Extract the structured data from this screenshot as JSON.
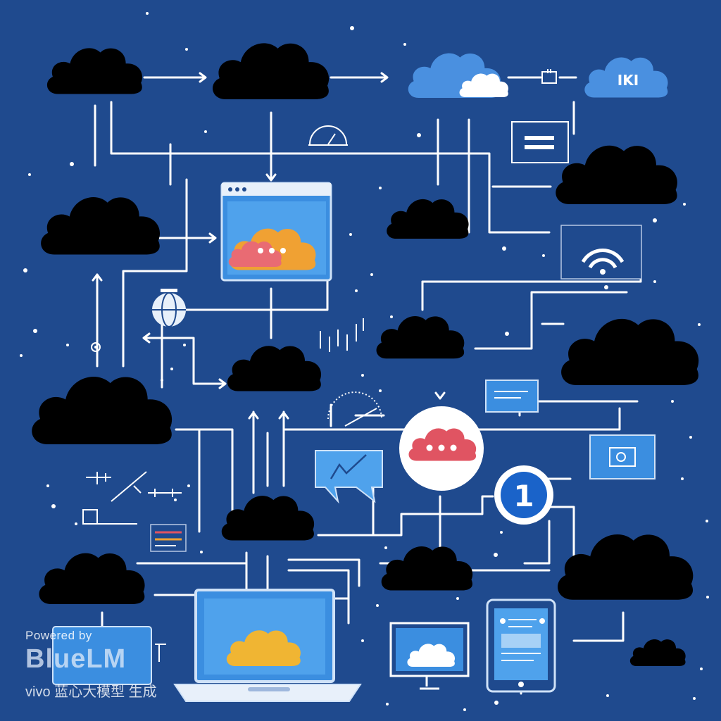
{
  "palette": {
    "background": "#1f4a8e",
    "cloud": "#ffffff",
    "cloud_blue": "#4a90e0",
    "screen_blue": "#3b8ee0",
    "bubble_red": "#e05462",
    "cloud_orange": "#f0a133",
    "badge_blue": "#1a63c9"
  },
  "top_right_cloud": {
    "label": "IKI",
    "icon": "cloud-icon"
  },
  "badge": {
    "label": "1",
    "icon": "number-badge-icon"
  },
  "watermark": {
    "powered_by": "Powered by",
    "brand": "BlueLM",
    "subtitle": "vivo 蓝心大模型 生成"
  },
  "icons": [
    "cloud-icon",
    "browser-window-icon",
    "chat-bubble-icon",
    "wifi-icon",
    "laptop-icon",
    "monitor-icon",
    "tablet-icon",
    "gauge-icon",
    "globe-icon",
    "equals-icon",
    "server-rack-icon",
    "image-icon"
  ]
}
